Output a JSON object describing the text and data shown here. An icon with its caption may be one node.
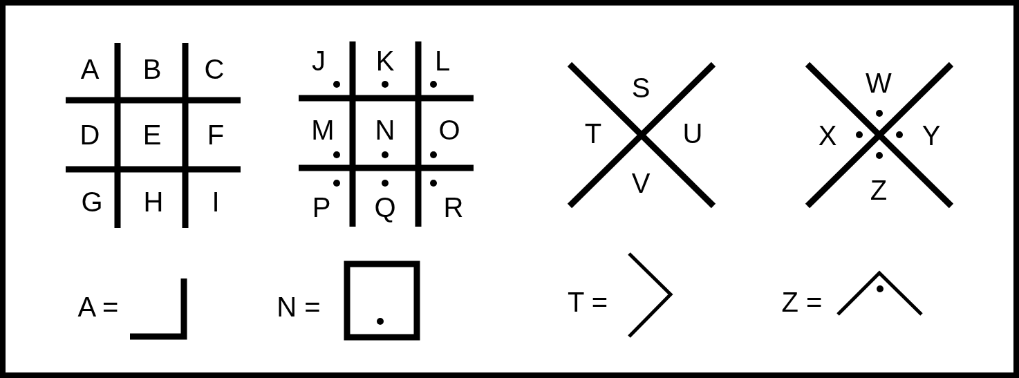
{
  "diagram": {
    "labels": [
      "A",
      "B",
      "C",
      "D",
      "E",
      "F",
      "G",
      "H",
      "I",
      "J",
      "K",
      "L",
      "M",
      "N",
      "O",
      "P",
      "Q",
      "R",
      "S",
      "T",
      "U",
      "V",
      "W",
      "X",
      "Y",
      "Z",
      "A =",
      "N =",
      "T =",
      "Z ="
    ]
  }
}
